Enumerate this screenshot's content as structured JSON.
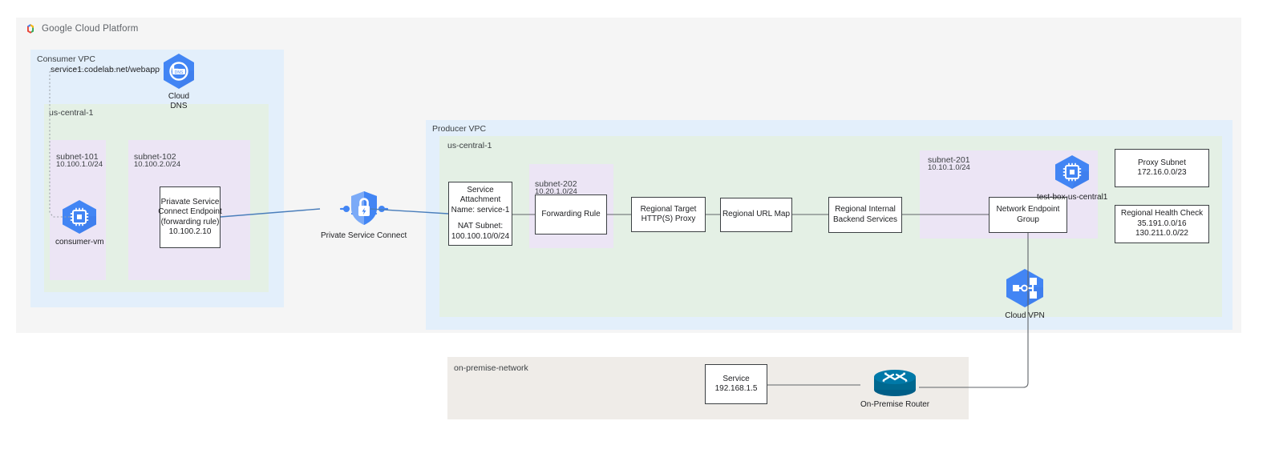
{
  "brand": {
    "name": "Google Cloud Platform",
    "logo_icon": "google-cloud-logo"
  },
  "consumer": {
    "vpc_label": "Consumer VPC",
    "region_label": "us-central-1",
    "dns_record": "service1.codelab.net/webapp",
    "cloud_dns": {
      "line1": "Cloud",
      "line2": "DNS",
      "icon": "cloud-dns-icon"
    },
    "subnets": [
      {
        "name": "subnet-101",
        "cidr": "10.100.1.0/24"
      },
      {
        "name": "subnet-102",
        "cidr": "10.100.2.0/24"
      }
    ],
    "vm": {
      "label": "consumer-vm",
      "icon": "compute-vm-icon"
    },
    "psc_endpoint": {
      "line1": "Priavate Service",
      "line2": "Connect Endpoint",
      "line3": "(forwarding rule)",
      "line4": "10.100.2.10"
    }
  },
  "psc": {
    "label": "Private Service Connect",
    "icon": "private-service-connect-icon"
  },
  "producer": {
    "vpc_label": "Producer VPC",
    "region_label": "us-central-1",
    "service_attachment": {
      "line1": "Service",
      "line2": "Attachment",
      "line3": "Name: service-1",
      "line4": "NAT Subnet:",
      "line5": "100.100.10/0/24"
    },
    "subnet_202": {
      "name": "subnet-202",
      "cidr": "10.20.1.0/24"
    },
    "subnet_201": {
      "name": "subnet-201",
      "cidr": "10.10.1.0/24"
    },
    "forwarding_rule": "Forwarding Rule",
    "target_proxy": {
      "line1": "Regional Target",
      "line2": "HTTP(S) Proxy"
    },
    "url_map": "Regional URL Map",
    "backend_services": {
      "line1": "Regional Internal",
      "line2": "Backend Services"
    },
    "neg": {
      "line1": "Network Endpoint",
      "line2": "Group"
    },
    "test_box": {
      "label": "test-box-us-central1",
      "icon": "compute-vm-icon"
    },
    "proxy_subnet": {
      "line1": "Proxy Subnet",
      "line2": "172.16.0.0/23"
    },
    "health_check": {
      "line1": "Regional Health Check",
      "line2": "35.191.0.0/16",
      "line3": "130.211.0.0/22"
    },
    "cloud_vpn": {
      "label": "Cloud VPN",
      "icon": "cloud-vpn-icon"
    }
  },
  "onpremise": {
    "panel_label": "on-premise-network",
    "service": {
      "line1": "Service",
      "line2": "192.168.1.5"
    },
    "router": {
      "label": "On-Premise Router",
      "icon": "router-icon"
    }
  },
  "colors": {
    "canvas": "#f5f5f5",
    "vpc_blue": "#e3effb",
    "region_green": "#e4f0e5",
    "subnet_purple": "#ece5f5",
    "onprem_beige": "#efece8",
    "gcp_blue": "#4285f4",
    "link_blue": "#4a7ebb",
    "router_teal": "#00688f",
    "node_border": "#3c4043"
  }
}
